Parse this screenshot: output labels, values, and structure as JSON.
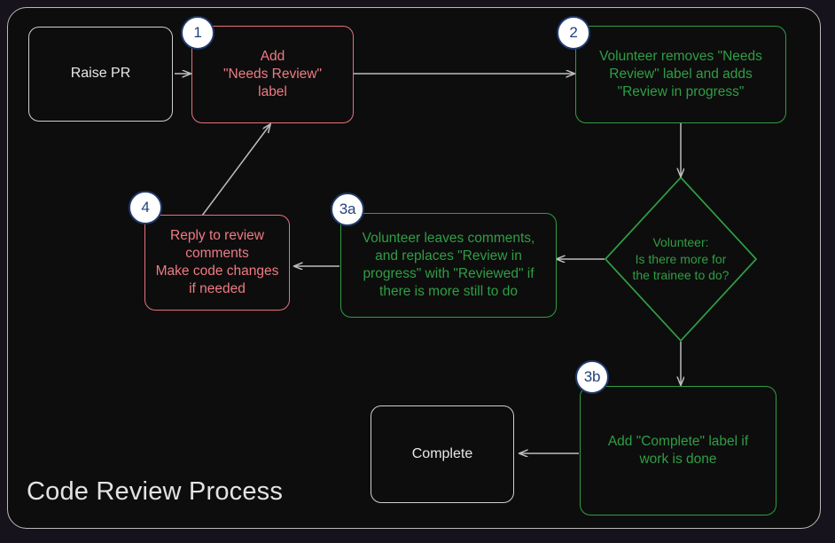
{
  "diagram": {
    "title": "Code Review Process",
    "colors": {
      "page_background": "#16131c",
      "frame_background": "#0d0d0d",
      "frame_border": "#b9b9b9",
      "neutral_node": "#cfcfcf",
      "red_node": "#e8707c",
      "red_text": "#ef7b83",
      "green_node": "#2f9e44",
      "green_text": "#2f9e44",
      "edge": "#bdbdbd",
      "badge_fill": "#ffffff",
      "badge_border": "#1f3a6e",
      "badge_text": "#22417a"
    },
    "nodes": [
      {
        "id": "raise-pr",
        "name": "raise-pr-node",
        "label": "Raise PR",
        "style": "neutral",
        "shape": "rounded-rect",
        "badge": null
      },
      {
        "id": "add-needs-review",
        "name": "add-needs-review-label-node",
        "label": "Add\n\"Needs Review\"\nlabel",
        "style": "red",
        "shape": "rounded-rect",
        "badge": "1"
      },
      {
        "id": "volunteer-takes",
        "name": "volunteer-removes-needs-review-node",
        "label": "Volunteer removes \"Needs\nReview\" label and adds\n\"Review in progress\"",
        "style": "green",
        "shape": "rounded-rect",
        "badge": "2"
      },
      {
        "id": "decision-more-work",
        "name": "decision-more-work-node",
        "label": "Volunteer:\nIs there more for\nthe trainee to do?",
        "style": "green",
        "shape": "diamond",
        "badge": null
      },
      {
        "id": "volunteer-comments",
        "name": "volunteer-leaves-comments-node",
        "label": "Volunteer leaves comments,\nand replaces \"Review in\nprogress\" with \"Reviewed\" if\nthere is more still to do",
        "style": "green",
        "shape": "rounded-rect",
        "badge": "3a"
      },
      {
        "id": "reply-to-review",
        "name": "reply-to-review-comments-node",
        "label": "Reply to review\ncomments\nMake code changes\nif needed",
        "style": "red",
        "shape": "rounded-rect",
        "badge": "4"
      },
      {
        "id": "add-complete",
        "name": "add-complete-label-node",
        "label": "Add \"Complete\" label if\nwork is done",
        "style": "green",
        "shape": "rounded-rect",
        "badge": "3b"
      },
      {
        "id": "complete",
        "name": "complete-node",
        "label": "Complete",
        "style": "neutral",
        "shape": "rounded-rect",
        "badge": null
      }
    ],
    "edges": [
      {
        "from": "raise-pr",
        "to": "add-needs-review",
        "label": ""
      },
      {
        "from": "add-needs-review",
        "to": "volunteer-takes",
        "label": ""
      },
      {
        "from": "volunteer-takes",
        "to": "decision-more-work",
        "label": ""
      },
      {
        "from": "decision-more-work",
        "to": "volunteer-comments",
        "label": ""
      },
      {
        "from": "decision-more-work",
        "to": "add-complete",
        "label": ""
      },
      {
        "from": "volunteer-comments",
        "to": "reply-to-review",
        "label": ""
      },
      {
        "from": "reply-to-review",
        "to": "add-needs-review",
        "label": ""
      },
      {
        "from": "add-complete",
        "to": "complete",
        "label": ""
      }
    ],
    "badges": [
      {
        "id": "1",
        "text": "1"
      },
      {
        "id": "2",
        "text": "2"
      },
      {
        "id": "3a",
        "text": "3a"
      },
      {
        "id": "3b",
        "text": "3b"
      },
      {
        "id": "4",
        "text": "4"
      }
    ]
  }
}
